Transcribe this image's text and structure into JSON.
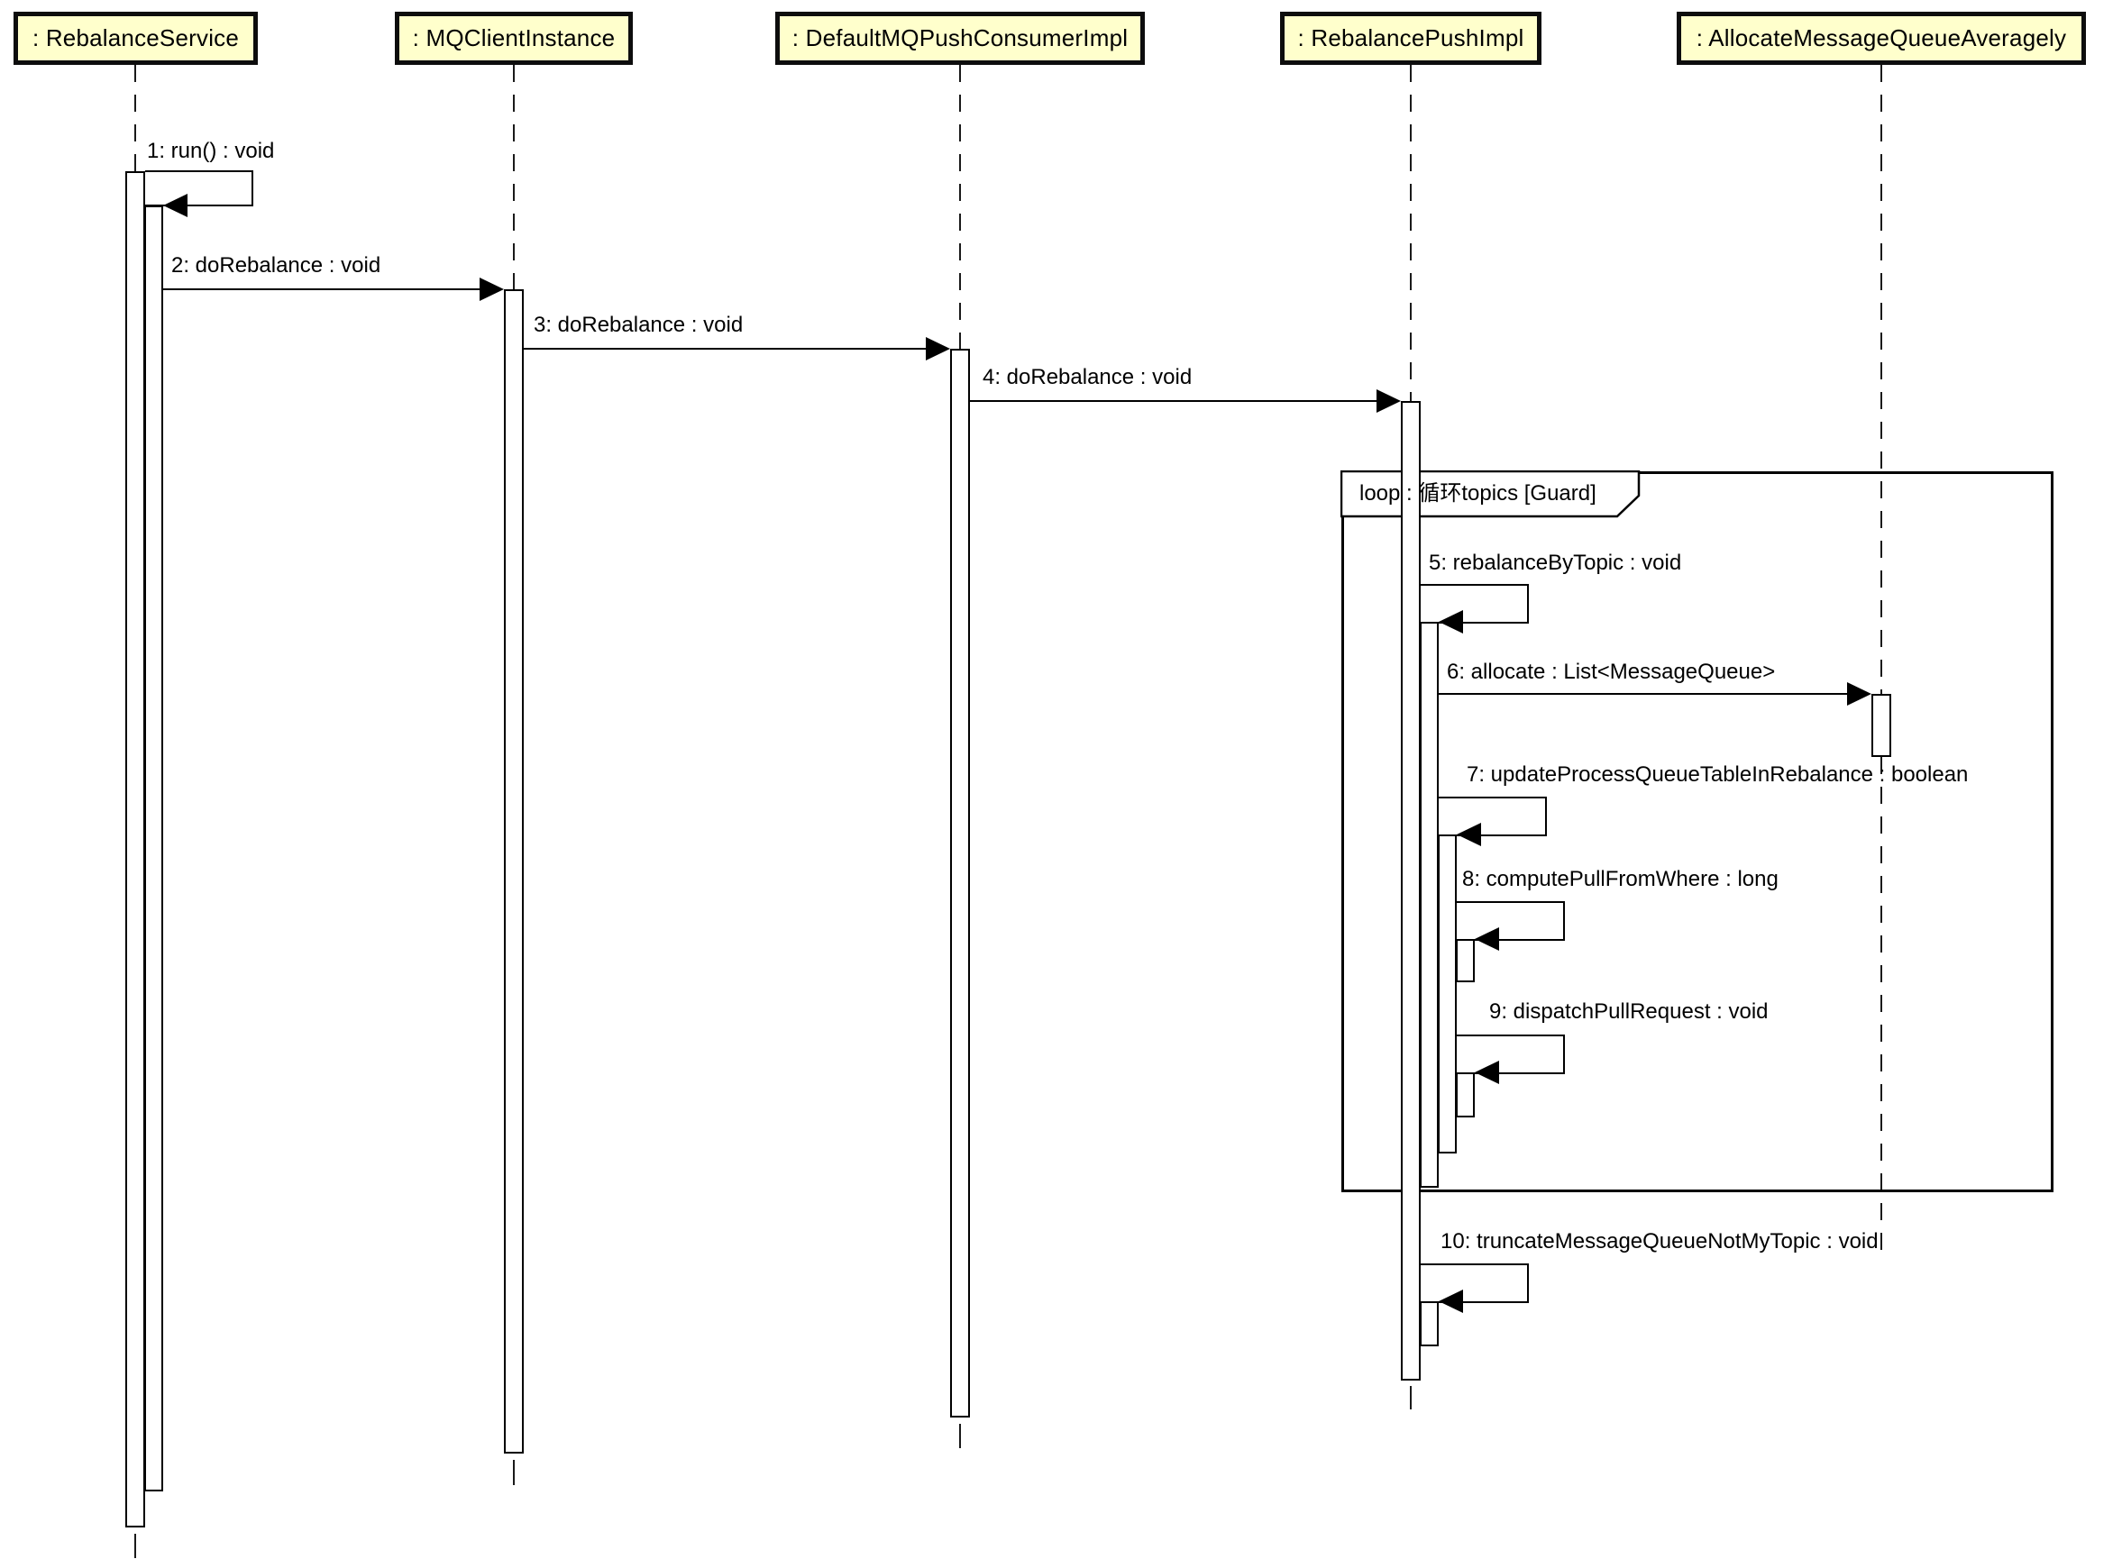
{
  "diagram": {
    "kind": "uml-sequence-diagram",
    "background_color": "#ffffff",
    "colors": {
      "lifeline_head_fill": "#ffffcc",
      "line_color": "#000000",
      "text_color": "#000000"
    },
    "lifelines": [
      {
        "id": "rebalance-service",
        "label": ": RebalanceService"
      },
      {
        "id": "mq-client-instance",
        "label": ": MQClientInstance"
      },
      {
        "id": "default-mq-push-consumer-impl",
        "label": ": DefaultMQPushConsumerImpl"
      },
      {
        "id": "rebalance-push-impl",
        "label": ": RebalancePushImpl"
      },
      {
        "id": "allocate-message-queue-averagely",
        "label": ": AllocateMessageQueueAveragely"
      }
    ],
    "messages": [
      {
        "seq": 1,
        "label": "1: run() : void",
        "from": "rebalance-service",
        "to": "rebalance-service",
        "kind": "self-call"
      },
      {
        "seq": 2,
        "label": "2: doRebalance : void",
        "from": "rebalance-service",
        "to": "mq-client-instance",
        "kind": "call"
      },
      {
        "seq": 3,
        "label": "3: doRebalance : void",
        "from": "mq-client-instance",
        "to": "default-mq-push-consumer-impl",
        "kind": "call"
      },
      {
        "seq": 4,
        "label": "4: doRebalance : void",
        "from": "default-mq-push-consumer-impl",
        "to": "rebalance-push-impl",
        "kind": "call"
      },
      {
        "seq": 5,
        "label": "5: rebalanceByTopic : void",
        "from": "rebalance-push-impl",
        "to": "rebalance-push-impl",
        "kind": "self-call"
      },
      {
        "seq": 6,
        "label": "6: allocate : List<MessageQueue>",
        "from": "rebalance-push-impl",
        "to": "allocate-message-queue-averagely",
        "kind": "call"
      },
      {
        "seq": 7,
        "label": "7: updateProcessQueueTableInRebalance : boolean",
        "from": "rebalance-push-impl",
        "to": "rebalance-push-impl",
        "kind": "self-call"
      },
      {
        "seq": 8,
        "label": "8: computePullFromWhere : long",
        "from": "rebalance-push-impl",
        "to": "rebalance-push-impl",
        "kind": "self-call"
      },
      {
        "seq": 9,
        "label": "9: dispatchPullRequest : void",
        "from": "rebalance-push-impl",
        "to": "rebalance-push-impl",
        "kind": "self-call"
      },
      {
        "seq": 10,
        "label": "10: truncateMessageQueueNotMyTopic : void",
        "from": "rebalance-push-impl",
        "to": "rebalance-push-impl",
        "kind": "self-call"
      }
    ],
    "fragment": {
      "operator": "loop",
      "label": "loop : 循环topics  [Guard]",
      "contains_messages": [
        5,
        6,
        7,
        8,
        9
      ]
    }
  }
}
